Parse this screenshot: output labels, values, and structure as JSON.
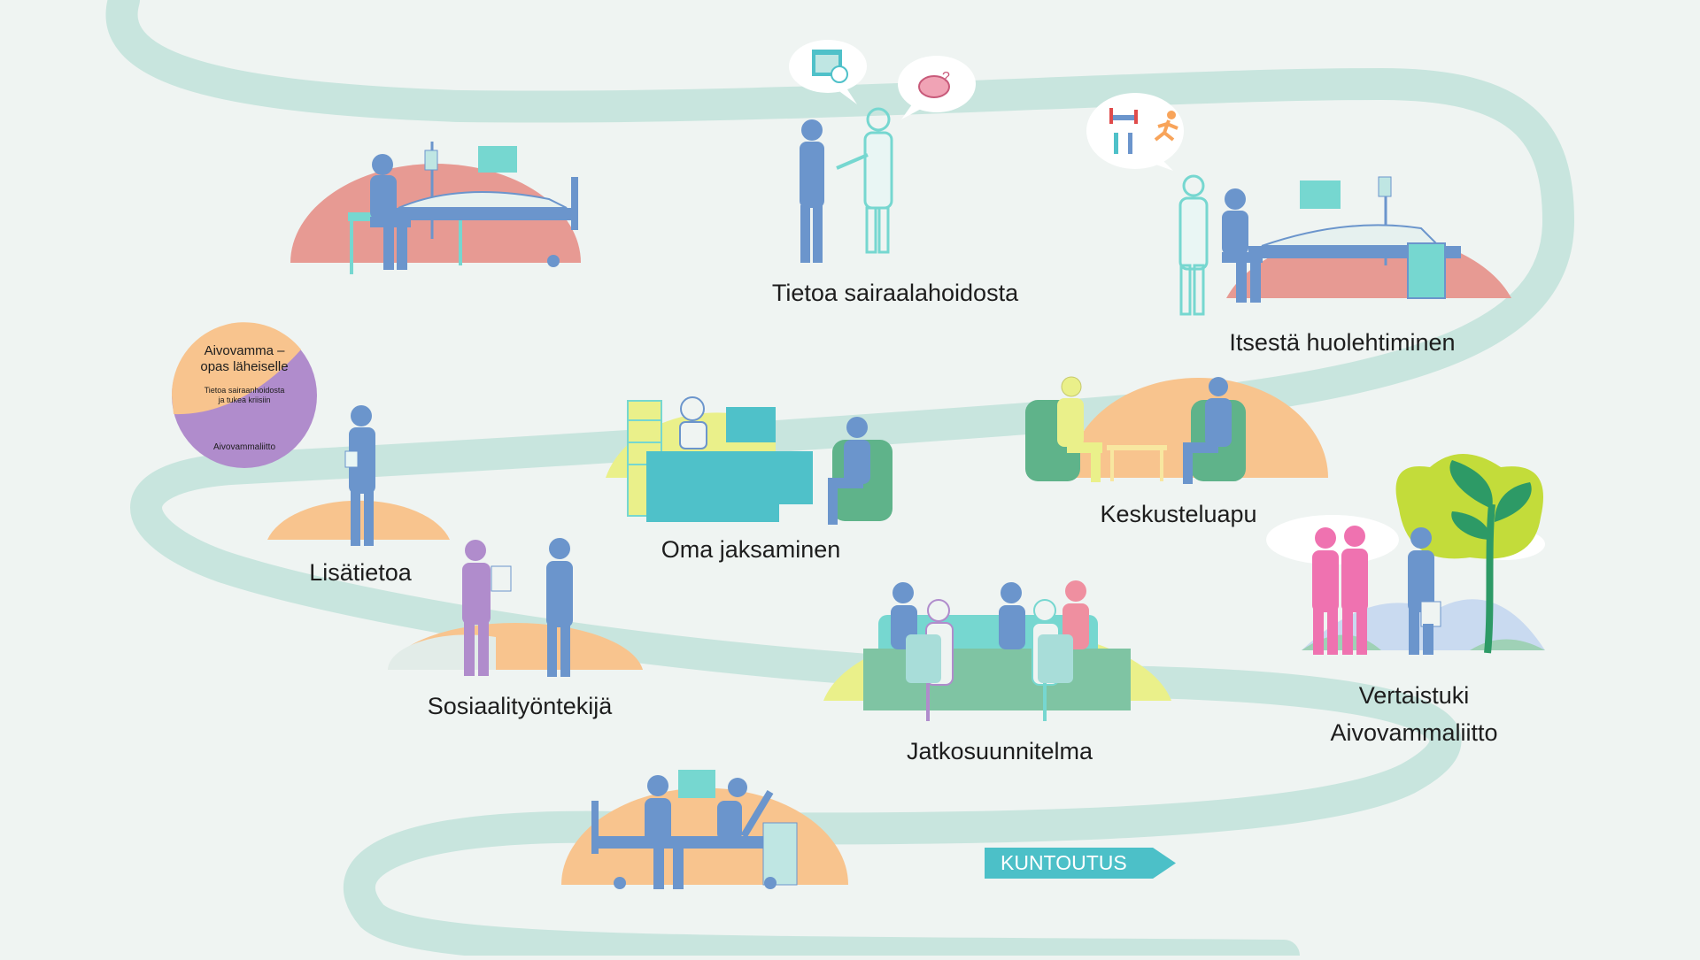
{
  "path_color": "#c8e5de",
  "background_color": "#eff4f2",
  "colors": {
    "patient_blue": "#6b95cc",
    "nurse_teal": "#76d7d0",
    "mound_red": "#e79a93",
    "mound_orange": "#f8c48e",
    "mound_yellow": "#eaf08a",
    "chair_green": "#5fb38a",
    "desk_teal": "#4fc1c9",
    "peer_pink": "#ef72b0",
    "social_purple": "#b08ccc",
    "tree_green": "#2d9a66",
    "tree_lime": "#c3dc3a"
  },
  "stations": {
    "tietoa_sairaalahoidosta": "Tietoa sairaalahoidosta",
    "itsesta_huolehtiminen": "Itsestä huolehtiminen",
    "oma_jaksaminen": "Oma jaksaminen",
    "keskusteluapu": "Keskusteluapu",
    "lisatietoa": "Lisätietoa",
    "sosiaalityontekija": "Sosiaalityöntekijä",
    "jatkosuunnitelma": "Jatkosuunnitelma",
    "vertaistuki": "Vertaistuki",
    "aivovammaliitto": "Aivovammaliitto"
  },
  "booklet": {
    "title_line1": "Aivovamma –",
    "title_line2": "opas läheiselle",
    "subtitle_line1": "Tietoa sairaanhoidosta",
    "subtitle_line2": "ja tukea kriisiin",
    "publisher": "Aivovammaliitto"
  },
  "kuntoutus_label": "KUNTOUTUS",
  "icons": [
    "calendar-clock-icon",
    "brain-question-icon",
    "hospital-bed-icon",
    "drip-bottle-icon",
    "running-person-icon",
    "leaf-icon"
  ]
}
